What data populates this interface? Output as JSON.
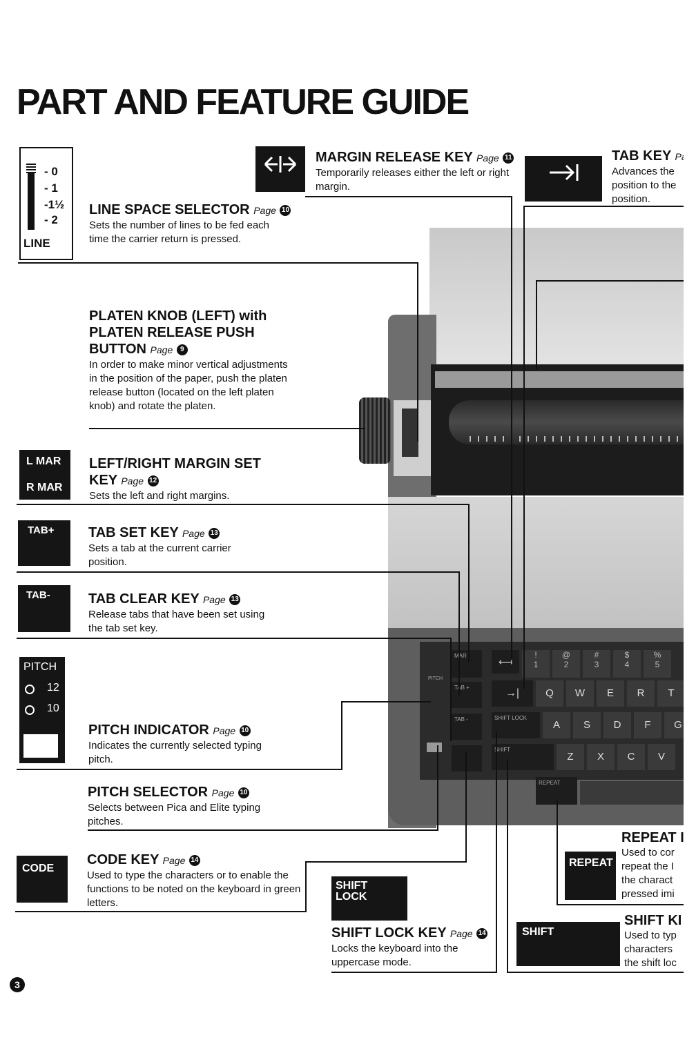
{
  "title": "PART AND FEATURE GUIDE",
  "page_number": "3",
  "line_gauge": {
    "label": "LINE",
    "marks": [
      "- 0",
      "- 1",
      "-1½",
      "- 2"
    ]
  },
  "margin_release": {
    "icon": "margin-release-icon",
    "heading": "MARGIN RELEASE KEY",
    "page": "Page",
    "page_num": "11",
    "desc": "Temporarily releases either the left or right margin."
  },
  "tab_key": {
    "icon": "tab-arrow-icon",
    "heading": "TAB KEY",
    "page": "Pa",
    "desc_lines": [
      "Advances the",
      "position to the",
      "position."
    ]
  },
  "line_space": {
    "heading": "LINE SPACE SELECTOR",
    "page": "Page",
    "page_num": "10",
    "desc": "Sets the number of lines to be fed each time the carrier return is pressed."
  },
  "platen": {
    "heading": "PLATEN KNOB (LEFT) with PLATEN RELEASE PUSH BUTTON",
    "page": "Page",
    "page_num": "9",
    "desc": "In order to make minor vertical adjustments in the position of the paper, push the platen release button (located on the left platen knob) and rotate the platen."
  },
  "margin_set": {
    "key_labels": [
      "L MAR",
      "R MAR"
    ],
    "heading": "LEFT/RIGHT MARGIN SET KEY",
    "page": "Page",
    "page_num": "12",
    "desc": "Sets the left and right margins."
  },
  "tab_set": {
    "key_label": "TAB+",
    "heading": "TAB SET KEY",
    "page": "Page",
    "page_num": "13",
    "desc": "Sets a tab at the current carrier position."
  },
  "tab_clear": {
    "key_label": "TAB-",
    "heading": "TAB CLEAR KEY",
    "page": "Page",
    "page_num": "13",
    "desc": "Release tabs that have been set using the tab set key."
  },
  "pitch_panel": {
    "label": "PITCH",
    "options": [
      "12",
      "10"
    ]
  },
  "pitch_indicator": {
    "heading": "PITCH INDICATOR",
    "page": "Page",
    "page_num": "10",
    "desc": "Indicates the currently selected typing pitch."
  },
  "pitch_selector": {
    "heading": "PITCH SELECTOR",
    "page": "Page",
    "page_num": "10",
    "desc": "Selects between Pica and Elite typing pitches."
  },
  "code_key": {
    "key_label": "CODE",
    "heading": "CODE KEY",
    "page": "Page",
    "page_num": "14",
    "desc": "Used to type the characters or to enable the functions to be noted on the keyboard in green letters."
  },
  "shift_lock": {
    "key_label": "SHIFT LOCK",
    "heading": "SHIFT LOCK KEY",
    "page": "Page",
    "page_num": "14",
    "desc": "Locks the keyboard into the uppercase mode."
  },
  "repeat": {
    "key_label": "REPEAT",
    "heading": "REPEAT I",
    "desc_lines": [
      "Used to cor",
      "repeat the I",
      "the charact",
      "pressed imi"
    ]
  },
  "shift": {
    "key_label": "SHIFT",
    "heading": "SHIFT KI",
    "desc_lines": [
      "Used to typ",
      "characters",
      "the shift loc"
    ]
  },
  "keyboard": {
    "row1": [
      "!",
      "@",
      "#",
      "$",
      "%"
    ],
    "row1b": [
      "1",
      "2",
      "3",
      "4",
      "5"
    ],
    "row2": [
      "Q",
      "W",
      "E",
      "R",
      "T"
    ],
    "row3": [
      "A",
      "S",
      "D",
      "F",
      "G"
    ],
    "row4": [
      "Z",
      "X",
      "C",
      "V"
    ],
    "labels": [
      "MAR",
      "TAB +",
      "TAB -",
      "SHIFT LOCK",
      "SHIFT",
      "REPEAT",
      "PITCH"
    ]
  }
}
